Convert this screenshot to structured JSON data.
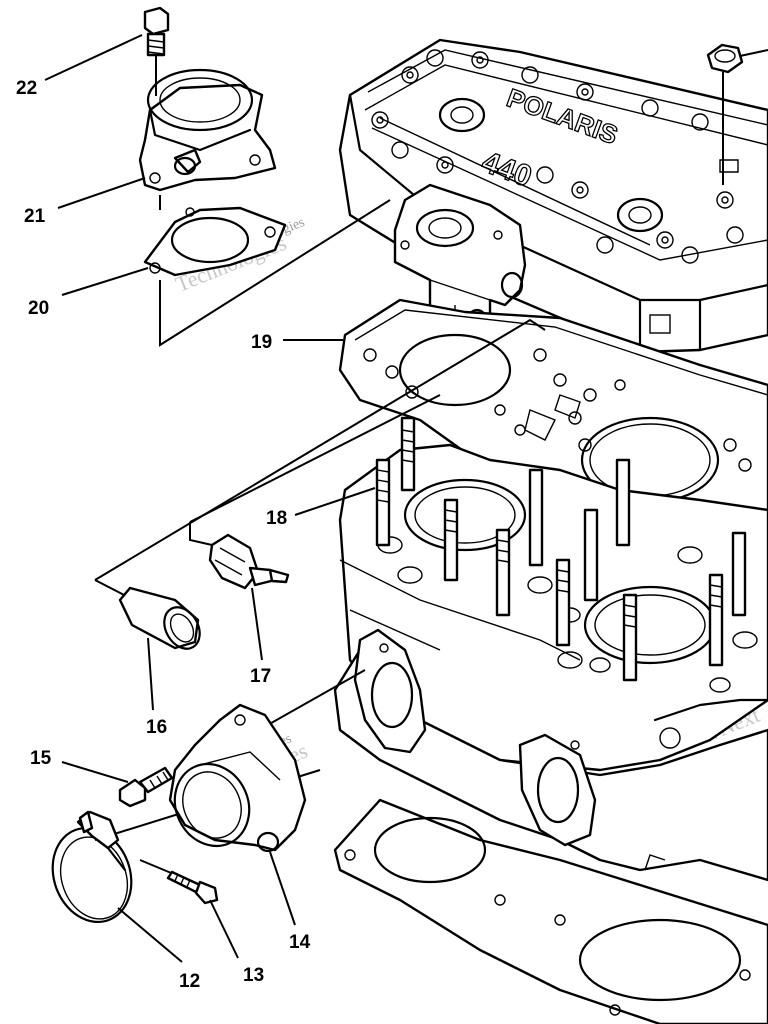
{
  "callouts": [
    {
      "id": "12",
      "text": "12"
    },
    {
      "id": "13",
      "text": "13"
    },
    {
      "id": "14",
      "text": "14"
    },
    {
      "id": "15",
      "text": "15"
    },
    {
      "id": "16",
      "text": "16"
    },
    {
      "id": "17",
      "text": "17"
    },
    {
      "id": "18",
      "text": "18"
    },
    {
      "id": "19",
      "text": "19"
    },
    {
      "id": "20",
      "text": "20"
    },
    {
      "id": "21",
      "text": "21"
    },
    {
      "id": "22",
      "text": "22"
    }
  ],
  "embossing": {
    "brand": "POLARIS",
    "model": "440"
  },
  "watermark": {
    "line1": "vNext",
    "line2": "Technologies",
    "small": "vNext Technologies"
  }
}
